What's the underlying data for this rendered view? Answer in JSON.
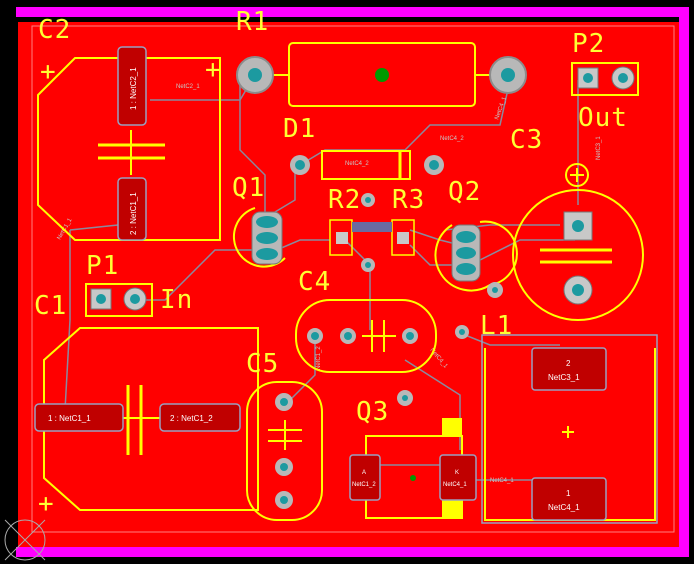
{
  "colors": {
    "board_fill": "#ff0000",
    "outline": "#ff00ff",
    "silkscreen": "#ffff00",
    "pad": "#1c9aa0",
    "trace": "#8a8a9e"
  },
  "components": {
    "C2": "C2",
    "R1": "R1",
    "P2": "P2",
    "D1": "D1",
    "C3": "C3",
    "Q1": "Q1",
    "R2": "R2",
    "R3": "R3",
    "Q2": "Q2",
    "C4": "C4",
    "P1": "P1",
    "C1": "C1",
    "L1": "L1",
    "C5": "C5",
    "Q3": "Q3"
  },
  "labels": {
    "in": "In",
    "out": "Out",
    "plus": "+"
  },
  "pads": {
    "c2_1": "1 : NetC2_1",
    "c2_2": "2 : NetC1_1",
    "c1_1": "1 : NetC1_1",
    "c1_2": "2 : NetC1_2",
    "l1_2_num": "2",
    "l1_2_net": "NetC3_1",
    "l1_1_num": "1",
    "l1_1_net": "NetC4_1",
    "q3_a": "A",
    "q3_a_net": "NetC1_2",
    "q3_k": "K",
    "q3_k_net": "NetC4_1"
  },
  "nets": {
    "netc2_1": "NetC2_1",
    "netc1_1": "NetC1_1",
    "netc4_1": "NetC4_1",
    "netc4_2": "NetC4_2",
    "netc3_1": "NetC3_1",
    "netc1_2": "NetC1_2"
  }
}
